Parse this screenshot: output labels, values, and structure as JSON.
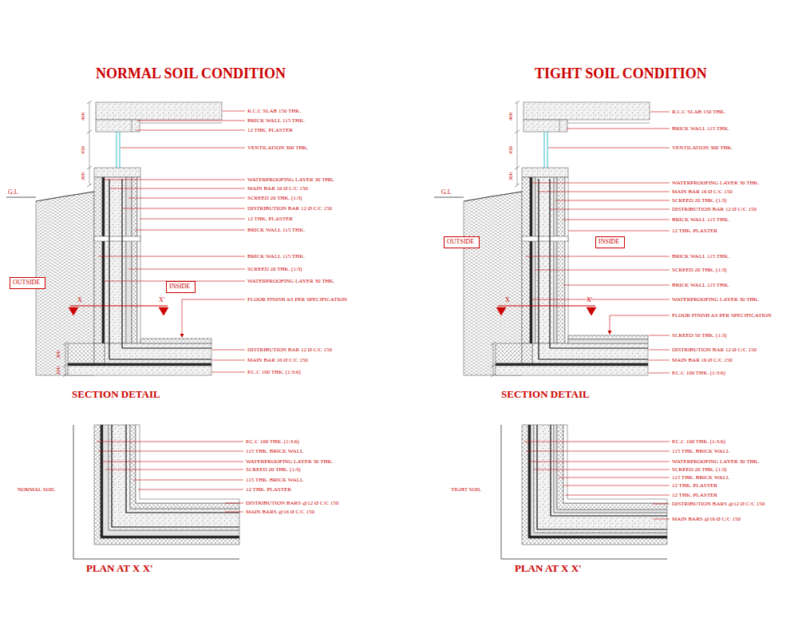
{
  "diagram": {
    "nodes": [
      {
        "text": [
          "OUTSIDE"
        ]
      },
      {
        "text": [
          "INSIDE"
        ]
      },
      {
        "text": [
          "OUTSIDE"
        ]
      },
      {
        "text": [
          "INSIDE"
        ]
      }
    ],
    "labels": [
      "NORMAL SOIL CONDITION",
      "400",
      "450",
      "300",
      "G.L",
      "X",
      "X'",
      "300",
      "100",
      "SECTION DETAIL",
      "R.C.C SLAB 150 THK.",
      "BRICK WALL 115 THK.",
      "12 THK. PLASTER",
      "VENTILATION 300 THK.",
      "WATERPROOFING LAYER 30 THK.",
      "MAIN BAR 16 Ø C/C 150",
      "SCREED 20 THK. (1:3)",
      "DISTRIBUTION BAR 12 Ø C/C 150",
      "12 THK. PLASTER",
      "BRICK WALL 115 THK.",
      "BRICK WALL 115 THK.",
      "SCREED 20 THK. (1:3)",
      "WATERPROOFING LAYER 30 THK.",
      "FLOOR FINISH AS PER SPECIFICATION",
      "DISTRIBUTION BAR 12 Ø C/C 150",
      "MAIN BAR 16 Ø C/C 150",
      "P.C.C 100 THK. (1:3:6)",
      "P.C.C 100 THK. (1:3:6)",
      "115 THK. BRICK WALL",
      "WATERPROOFING LAYER 30 THK.",
      "SCREED 20 THK. (1:3)",
      "115 THK. BRICK WALL",
      "12 THK. PLASTER",
      "DISTRIBUTION BARS @12 Ø C/C 150",
      "MAIN BARS @16 Ø C/C 150",
      "NORMAL SOIL",
      "PLAN AT X X'",
      "TIGHT SOIL CONDITION",
      "400",
      "450",
      "300",
      "G.L",
      "X",
      "X'",
      "SECTION DETAIL",
      "R.C.C SLAB 150 THK.",
      "BRICK WALL 115 THK.",
      "VENTILATION 300 THK.",
      "WATERPROOFING LAYER 30 THK.",
      "MAIN BAR 16 Ø C/C 150",
      "SCREED 20 THK. (1:3)",
      "DISTRIBUTION BAR 12 Ø C/C 150",
      "BRICK WALL 115 THK.",
      "12 THK. PLASTER",
      "BRICK WALL 115 THK.",
      "SCREED 20 THK. (1:3)",
      "BRICK WALL 115 THK.",
      "WATERPROOFING LAYER 30 THK.",
      "FLOOR FINISH AS PER SPECIFICATION",
      "SCREED 50 THK. (1:3)",
      "DISTRIBUTION BAR 12 Ø C/C 150",
      "MAIN BAR 16 Ø C/C 150",
      "P.C.C 100 THK. (1:3:6)",
      "P.C.C 100 THK. (1:3:6)",
      "115 THK. BRICK WALL",
      "WATERPROOFING LAYER 30 THK.",
      "SCREED 20 THK. (1:3)",
      "115 THK. BRICK WALL",
      "12 THK. PLASTER",
      "12 THK. PLASTER",
      "DISTRIBUTION BARS @12 Ø C/C 150",
      "MAIN BARS @16 Ø C/C 150",
      "TIGHT SOIL",
      "PLAN AT X X'"
    ]
  }
}
